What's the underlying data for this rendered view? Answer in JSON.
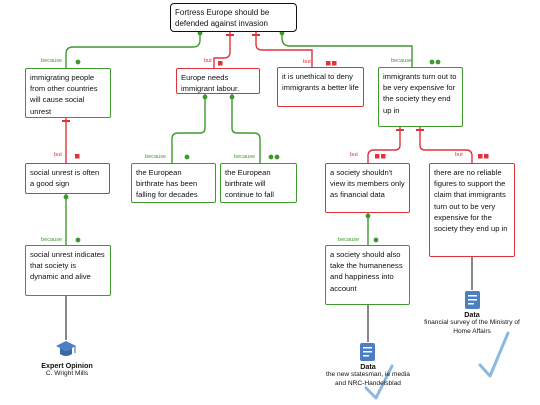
{
  "root": {
    "text": "Fortress Europe should be defended against invasion"
  },
  "nodes": {
    "a": {
      "label": "because",
      "text": "immigrating people from other countries will cause social unrest"
    },
    "b": {
      "label": "but",
      "text": "Europe needs immigrant labour."
    },
    "c": {
      "label": "but",
      "text": "it is unethical to deny immigrants a better life"
    },
    "d": {
      "label": "because",
      "text": "immigrants turn out to be very expensive for the society they end up in"
    },
    "e": {
      "label": "but",
      "text": "social unrest is often a good sign"
    },
    "f": {
      "label": "because",
      "text": "the European birthrate has been falling for decades"
    },
    "g": {
      "label": "because",
      "text": "the European birthrate will continue to fall"
    },
    "h": {
      "label": "but",
      "text": "a society shouldn't view its members only as financial data"
    },
    "i": {
      "label": "but",
      "text": "there are no reliable figures to support the claim that immigrants turn out to be very expensive for the society they end up in"
    },
    "j": {
      "label": "because",
      "text": "social unrest indicates that society is dynamic and alive"
    },
    "k": {
      "label": "because",
      "text": "a society should also take the humaneness and happiness into account"
    }
  },
  "sources": {
    "expert": {
      "type": "Expert Opinion",
      "name": "C. Wright Mills",
      "icon": "graduate-icon"
    },
    "data1": {
      "type": "Data",
      "name": "the new statesman, ie media and NRC-Handelsblad",
      "icon": "document-icon"
    },
    "data2": {
      "type": "Data",
      "name": "financial survey of the Ministry of Home Affairs",
      "icon": "document-icon"
    }
  },
  "colors": {
    "support": "#3f9a2e",
    "oppose": "#e0323a",
    "check": "#7fb3de",
    "doc": "#4a7fc1"
  }
}
